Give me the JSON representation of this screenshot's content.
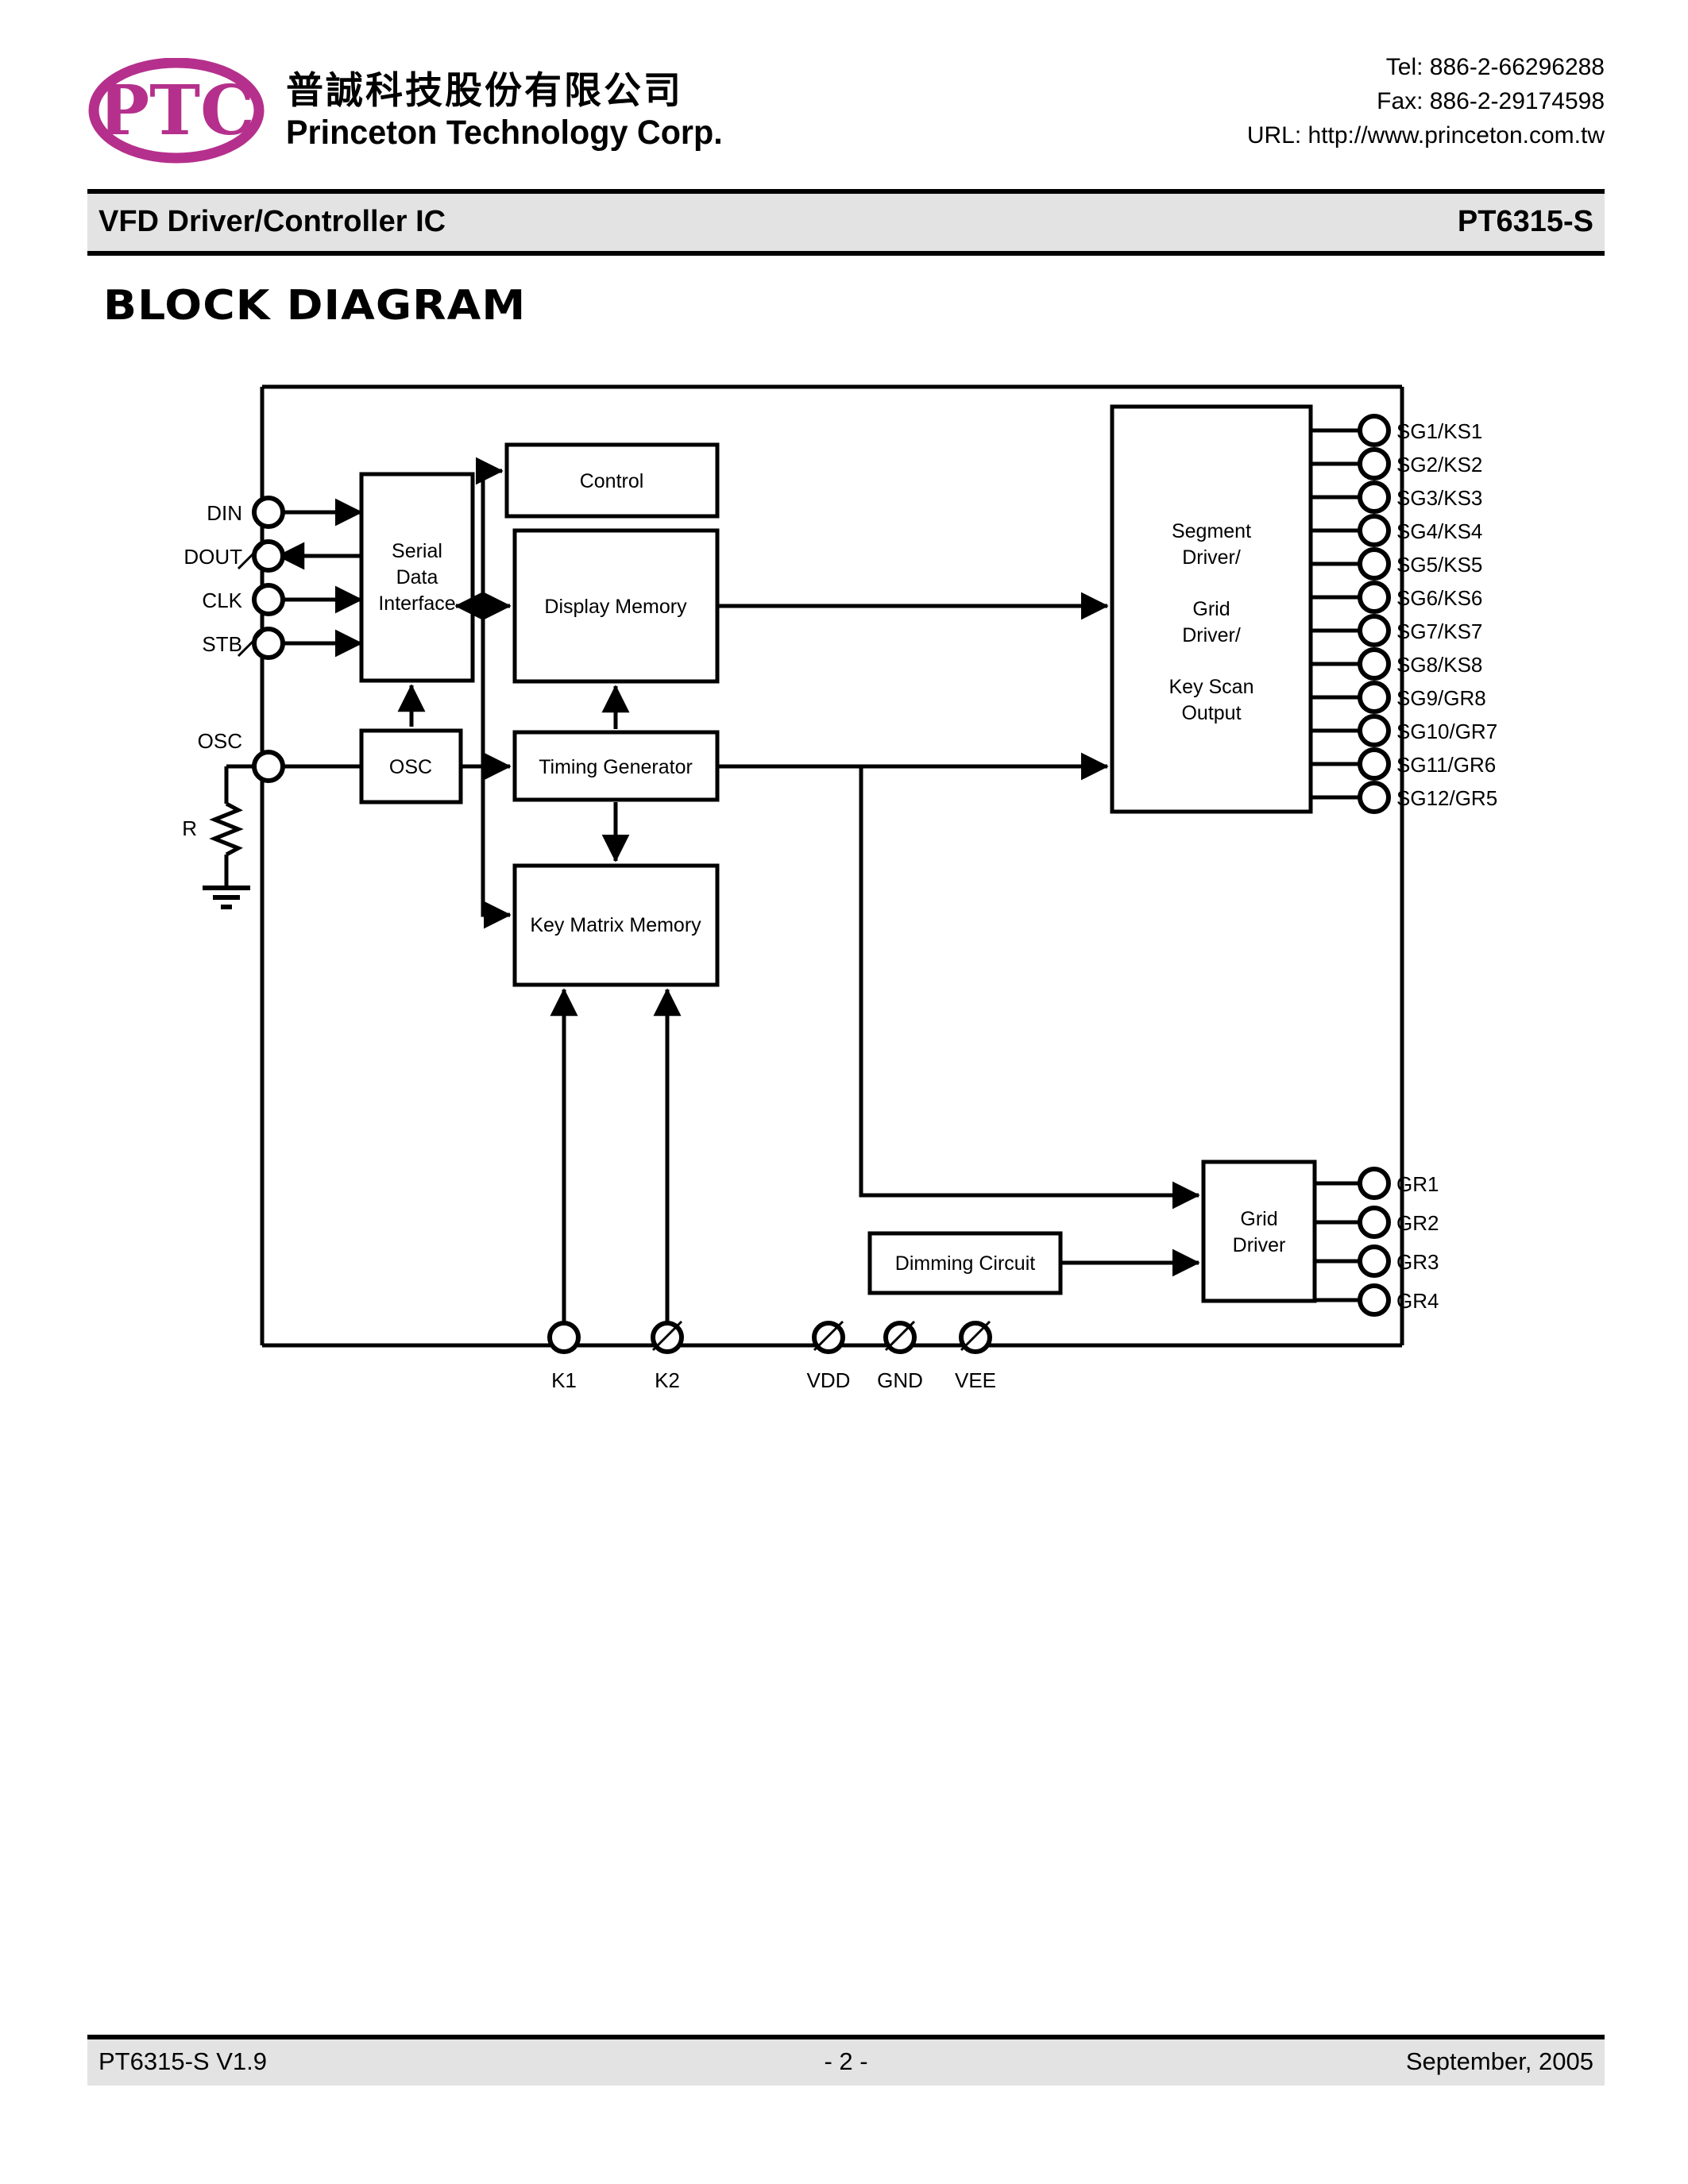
{
  "header": {
    "logo_text": "PTC",
    "logo_color": "#b5308c",
    "company_cn": "普誠科技股份有限公司",
    "company_en": "Princeton Technology Corp.",
    "tel": "Tel: 886-2-66296288",
    "fax": "Fax: 886-2-29174598",
    "url": "URL: http://www.princeton.com.tw"
  },
  "titlebar": {
    "product_type": "VFD Driver/Controller IC",
    "part_number": "PT6315-S",
    "background": "#e3e3e3"
  },
  "section": {
    "heading": "BLOCK DIAGRAM"
  },
  "diagram": {
    "blocks": [
      {
        "id": "serial-data-interface",
        "label_lines": [
          "Serial",
          "Data",
          "Interface"
        ]
      },
      {
        "id": "control",
        "label_lines": [
          "Control"
        ]
      },
      {
        "id": "display-memory",
        "label_lines": [
          "Display Memory"
        ]
      },
      {
        "id": "osc",
        "label_lines": [
          "OSC"
        ]
      },
      {
        "id": "timing-generator",
        "label_lines": [
          "Timing Generator"
        ]
      },
      {
        "id": "key-matrix-memory",
        "label_lines": [
          "Key Matrix Memory"
        ]
      },
      {
        "id": "segment-driver",
        "label_lines": [
          "Segment",
          "Driver/",
          "",
          "Grid",
          "Driver/",
          "",
          "Key Scan",
          "Output"
        ]
      },
      {
        "id": "grid-driver",
        "label_lines": [
          "Grid",
          "Driver"
        ]
      },
      {
        "id": "dimming-circuit",
        "label_lines": [
          "Dimming Circuit"
        ]
      }
    ],
    "left_pins": [
      {
        "id": "din",
        "label": "DIN",
        "overbar": false
      },
      {
        "id": "dout",
        "label": "DOUT",
        "overbar": true
      },
      {
        "id": "clk",
        "label": "CLK",
        "overbar": false
      },
      {
        "id": "stb",
        "label": "STB",
        "overbar": true
      },
      {
        "id": "osc",
        "label": "OSC",
        "overbar": false
      }
    ],
    "resistor_label": "R",
    "segment_pins": [
      "SG1/KS1",
      "SG2/KS2",
      "SG3/KS3",
      "SG4/KS4",
      "SG5/KS5",
      "SG6/KS6",
      "SG7/KS7",
      "SG8/KS8",
      "SG9/GR8",
      "SG10/GR7",
      "SG11/GR6",
      "SG12/GR5"
    ],
    "grid_pins": [
      "GR1",
      "GR2",
      "GR3",
      "GR4"
    ],
    "bottom_pins": [
      {
        "id": "k1",
        "label": "K1",
        "overbar": false
      },
      {
        "id": "k2",
        "label": "K2",
        "overbar": true
      },
      {
        "id": "vdd",
        "label": "VDD",
        "overbar": true
      },
      {
        "id": "gnd",
        "label": "GND",
        "overbar": true
      },
      {
        "id": "vee",
        "label": "VEE",
        "overbar": true
      }
    ]
  },
  "footer": {
    "left": "PT6315-S V1.9",
    "center": "- 2 -",
    "right": "September, 2005",
    "background": "#e3e3e3"
  }
}
